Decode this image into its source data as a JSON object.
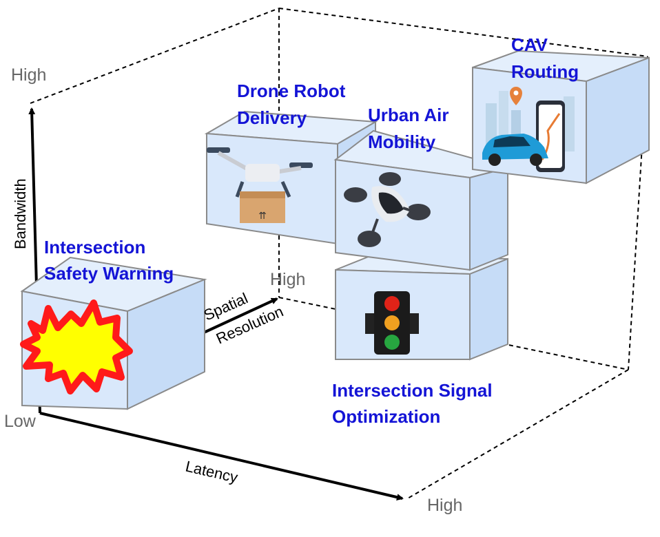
{
  "axes": {
    "bandwidth": {
      "name": "Bandwidth",
      "high": "High"
    },
    "latency": {
      "name": "Latency",
      "high": "High"
    },
    "spatial_resolution": {
      "name_line1": "Spatial",
      "name_line2": "Resolution",
      "high": "High"
    },
    "origin": "Low"
  },
  "applications": [
    {
      "id": "intersection-safety-warning",
      "line1": "Intersection",
      "line2": "Safety Warning",
      "icon": "explosion-icon"
    },
    {
      "id": "drone-robot-delivery",
      "line1": "Drone Robot",
      "line2": "Delivery",
      "icon": "delivery-drone-icon"
    },
    {
      "id": "urban-air-mobility",
      "line1": "Urban Air",
      "line2": "Mobility",
      "icon": "air-taxi-icon"
    },
    {
      "id": "cav-routing",
      "line1": "CAV",
      "line2": "Routing",
      "icon": "car-navigation-icon"
    },
    {
      "id": "intersection-signal-optimization",
      "line1": "Intersection Signal",
      "line2": "Optimization",
      "icon": "traffic-light-icon"
    }
  ],
  "colors": {
    "label": "#1414d6",
    "box_front": "#d9e8fb",
    "box_side": "#c6dcf7",
    "box_top": "#e4effc",
    "box_edge": "#8a8a8a"
  }
}
